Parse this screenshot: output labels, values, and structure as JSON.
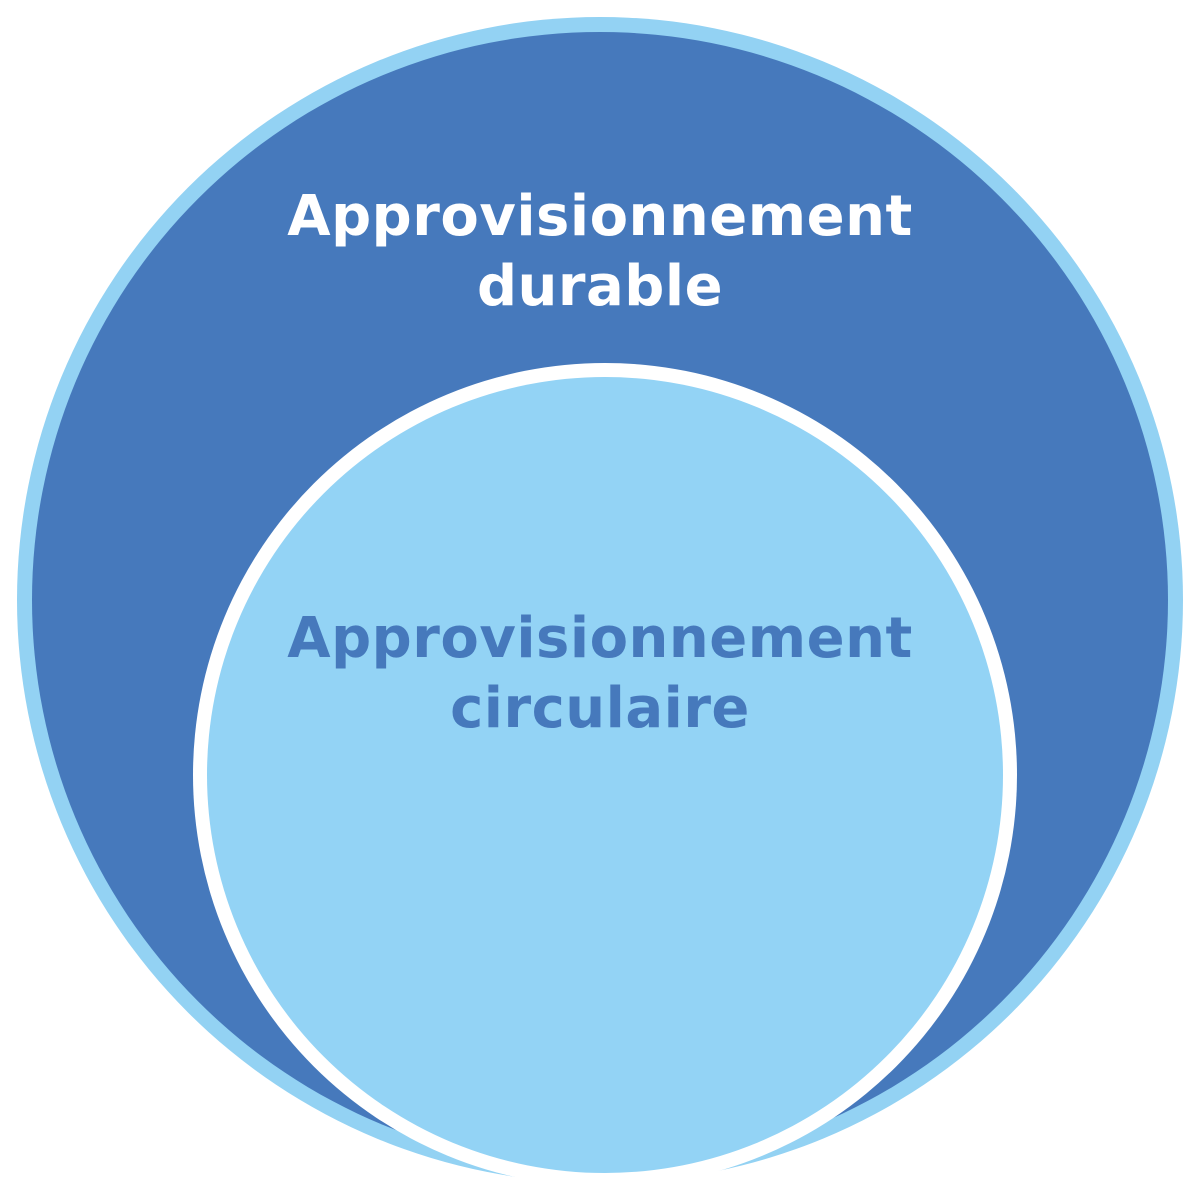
{
  "outer_circle": {
    "line1": "Approvisionnement",
    "line2": "durable",
    "fill_color": "#4679BC",
    "ring_color": "#93D2F3",
    "text_color": "#FFFFFF"
  },
  "inner_circle": {
    "line1": "Approvisionnement",
    "line2": "circulaire",
    "fill_color": "#93D3F5",
    "ring_color": "#FFFFFF",
    "text_color": "#4679BC"
  }
}
